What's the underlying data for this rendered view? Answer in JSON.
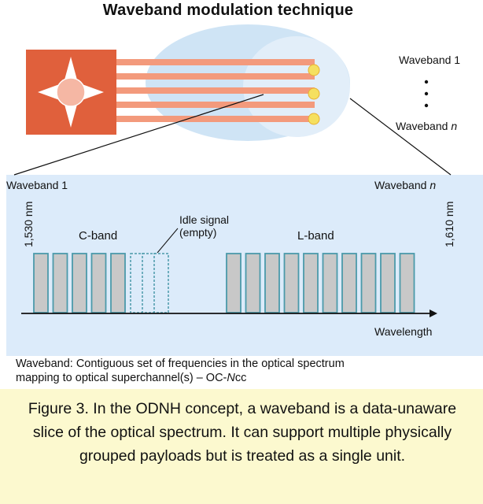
{
  "title": "Waveband modulation technique",
  "labels": {
    "waveband_1_top": "Waveband 1",
    "waveband_n_top_prefix": "Waveband ",
    "waveband_n_top_var": "n",
    "waveband_1_left": "Waveband 1",
    "waveband_n_right_prefix": "Waveband ",
    "waveband_n_right_var": "n",
    "nm_1530": "1,530 nm",
    "nm_1610": "1,610 nm",
    "c_band": "C-band",
    "l_band": "L-band",
    "idle_line1": "Idle signal",
    "idle_line2": "(empty)",
    "wavelength": "Wavelength"
  },
  "definition": {
    "line1": "Waveband: Contiguous set of frequencies in the optical spectrum",
    "line2_prefix": "mapping to optical superchannel(s) – OC-",
    "line2_var": "N",
    "line2_suffix": "cc"
  },
  "caption": "Figure 3. In the ODNH concept, a waveband is a data-unaware slice of the optical spectrum. It can support multiple physically grouped payloads but is treated as a single unit.",
  "channels": {
    "c_band_count": 5,
    "idle_count": 3,
    "l_band_count": 10
  },
  "colors": {
    "panel": "#dcebfa",
    "channel_fill": "#c8c8c8",
    "channel_stroke": "#4b9aaa",
    "source_box": "#e0603c",
    "fiber": "#f39a7c",
    "fiber_end": "#f5e060",
    "caption_bg": "#fcf9cf"
  }
}
